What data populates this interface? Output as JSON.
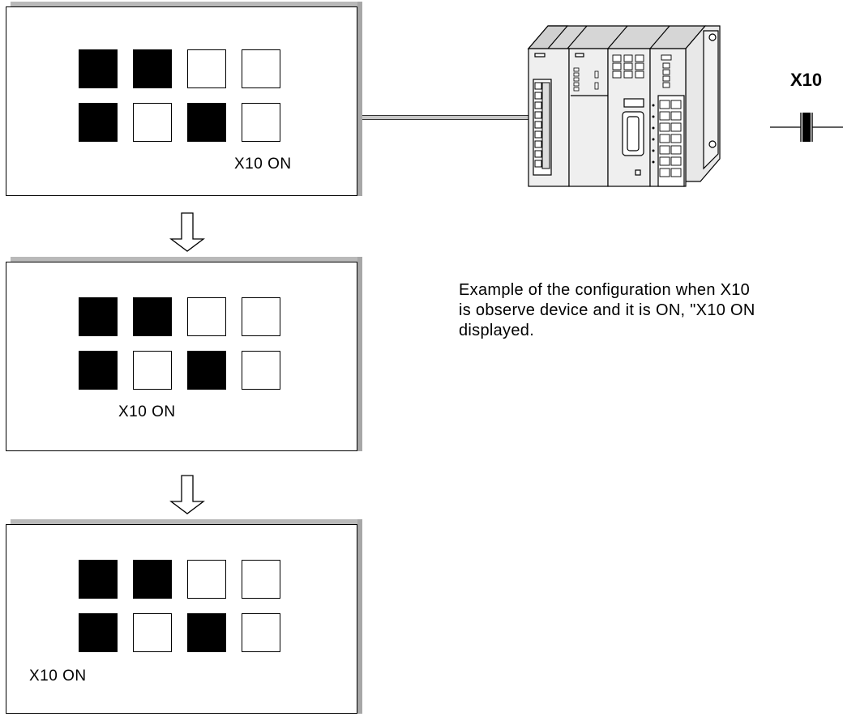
{
  "screens": [
    {
      "label": "X10 ON",
      "squares": [
        true,
        true,
        false,
        false,
        true,
        false,
        true,
        false
      ]
    },
    {
      "label": "X10 ON",
      "squares": [
        true,
        true,
        false,
        false,
        true,
        false,
        true,
        false
      ]
    },
    {
      "label": "X10 ON",
      "squares": [
        true,
        true,
        false,
        false,
        true,
        false,
        true,
        false
      ]
    }
  ],
  "device": {
    "label": "X10"
  },
  "description": "Example of the configuration when X10\nis observe device and it is ON, \"X10 ON\ndisplayed."
}
